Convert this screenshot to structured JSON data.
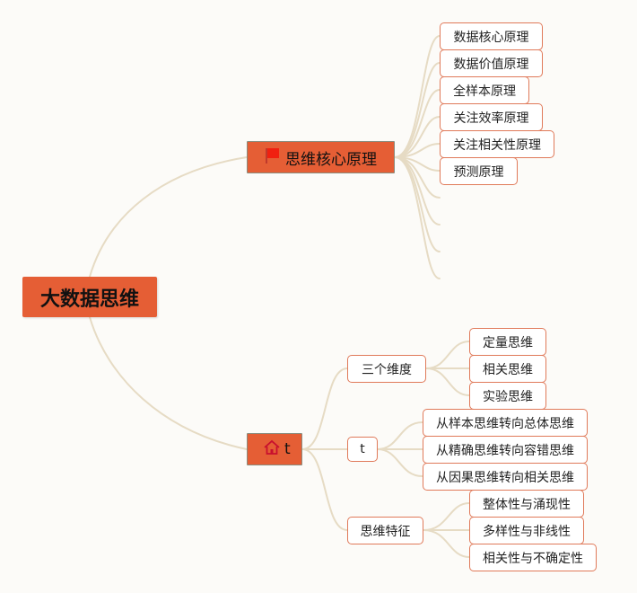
{
  "root": {
    "label": "大数据思维"
  },
  "branch1": {
    "label": "思维核心原理",
    "icon": "flag-icon",
    "items": [
      "数据核心原理",
      "数据价值原理",
      "全样本原理",
      "关注效率原理",
      "关注相关性原理",
      "预测原理"
    ]
  },
  "branch2": {
    "label": "t",
    "icon": "home-icon",
    "groups": [
      {
        "label": "三个维度",
        "items": [
          "定量思维",
          "相关思维",
          "实验思维"
        ]
      },
      {
        "label": "t",
        "items": [
          "从样本思维转向总体思维",
          "从精确思维转向容错思维",
          "从因果思维转向相关思维"
        ]
      },
      {
        "label": "思维特征",
        "items": [
          "整体性与涌现性",
          "多样性与非线性",
          "相关性与不确定性"
        ]
      }
    ]
  },
  "colors": {
    "accent": "#e55e35",
    "link": "#e6dbc4",
    "leaf_border": "#e07a5a"
  }
}
